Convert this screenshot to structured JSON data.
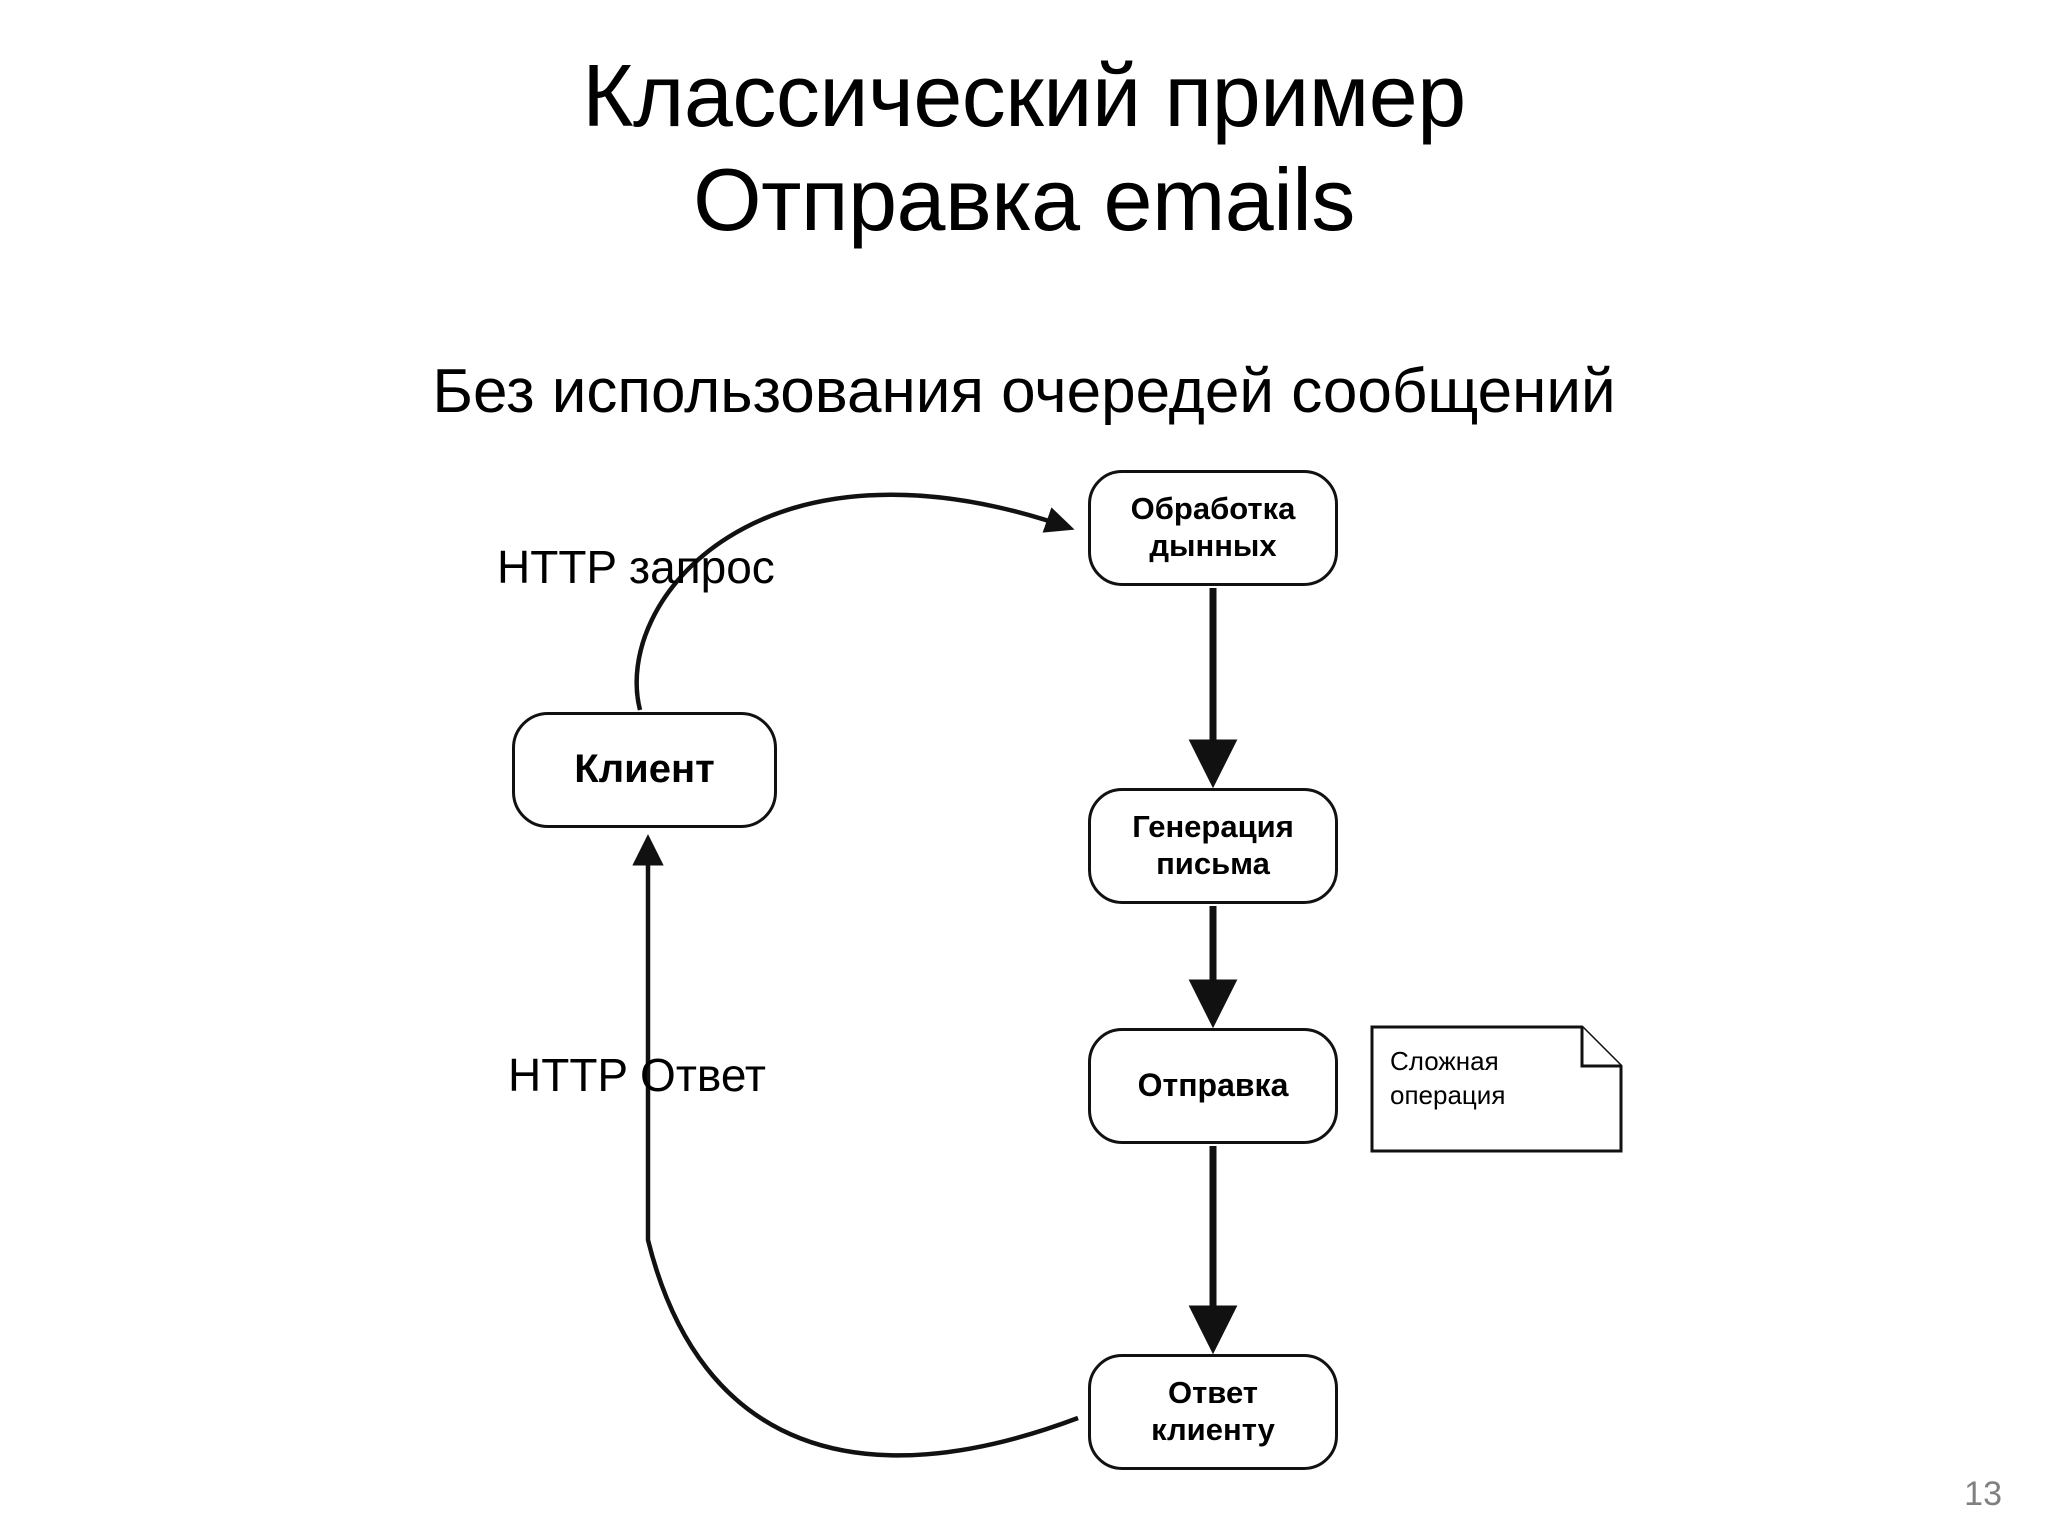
{
  "slide": {
    "title_lines": [
      "Классический пример",
      "Отправка emails"
    ],
    "subtitle": "Без использования очередей сообщений",
    "page_number": "13"
  },
  "diagram": {
    "type": "flowchart",
    "nodes": [
      {
        "id": "obrabotka",
        "label": "Обработка\nдынных"
      },
      {
        "id": "generacia",
        "label": "Генерация\nписьма"
      },
      {
        "id": "otpravka",
        "label": "Отправка"
      },
      {
        "id": "otvet",
        "label": "Ответ\nклиенту"
      },
      {
        "id": "klient",
        "label": "Клиент"
      }
    ],
    "note": {
      "id": "slozhnaya",
      "label": "Сложная\nоперация"
    },
    "edge_labels": {
      "http_request": "HTTP запрос",
      "http_response": "HTTP Ответ"
    },
    "colors": {
      "stroke": "#111111",
      "fill": "#ffffff",
      "text": "#000000",
      "page_number": "#808080"
    }
  }
}
